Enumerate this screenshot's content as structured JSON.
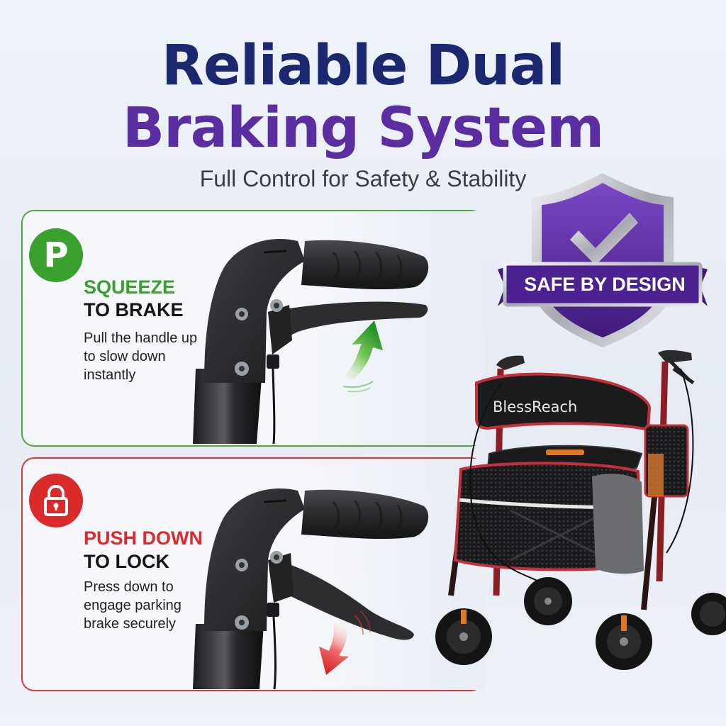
{
  "header": {
    "title_line1": "Reliable Dual",
    "title_line2": "Braking System",
    "subtitle": "Full Control for Safety & Stability"
  },
  "badge": {
    "label": "SAFE BY DESIGN"
  },
  "product": {
    "brand": "BlessReach"
  },
  "features": [
    {
      "icon": "parking-p-icon",
      "badge_letter": "P",
      "heading_color": "SQUEEZE",
      "heading_dark": "TO BRAKE",
      "description": "Pull the handle up to slow down instantly",
      "accent": "#3aa12f"
    },
    {
      "icon": "padlock-icon",
      "heading_color": "PUSH DOWN",
      "heading_dark": "TO LOCK",
      "description": "Press down to engage parking brake securely",
      "accent": "#d92b2b"
    }
  ],
  "colors": {
    "title_navy": "#1b2870",
    "title_purple": "#5a2ea0",
    "shield_purple": "#5b2a9e",
    "green": "#3aa12f",
    "red": "#d92b2b"
  }
}
